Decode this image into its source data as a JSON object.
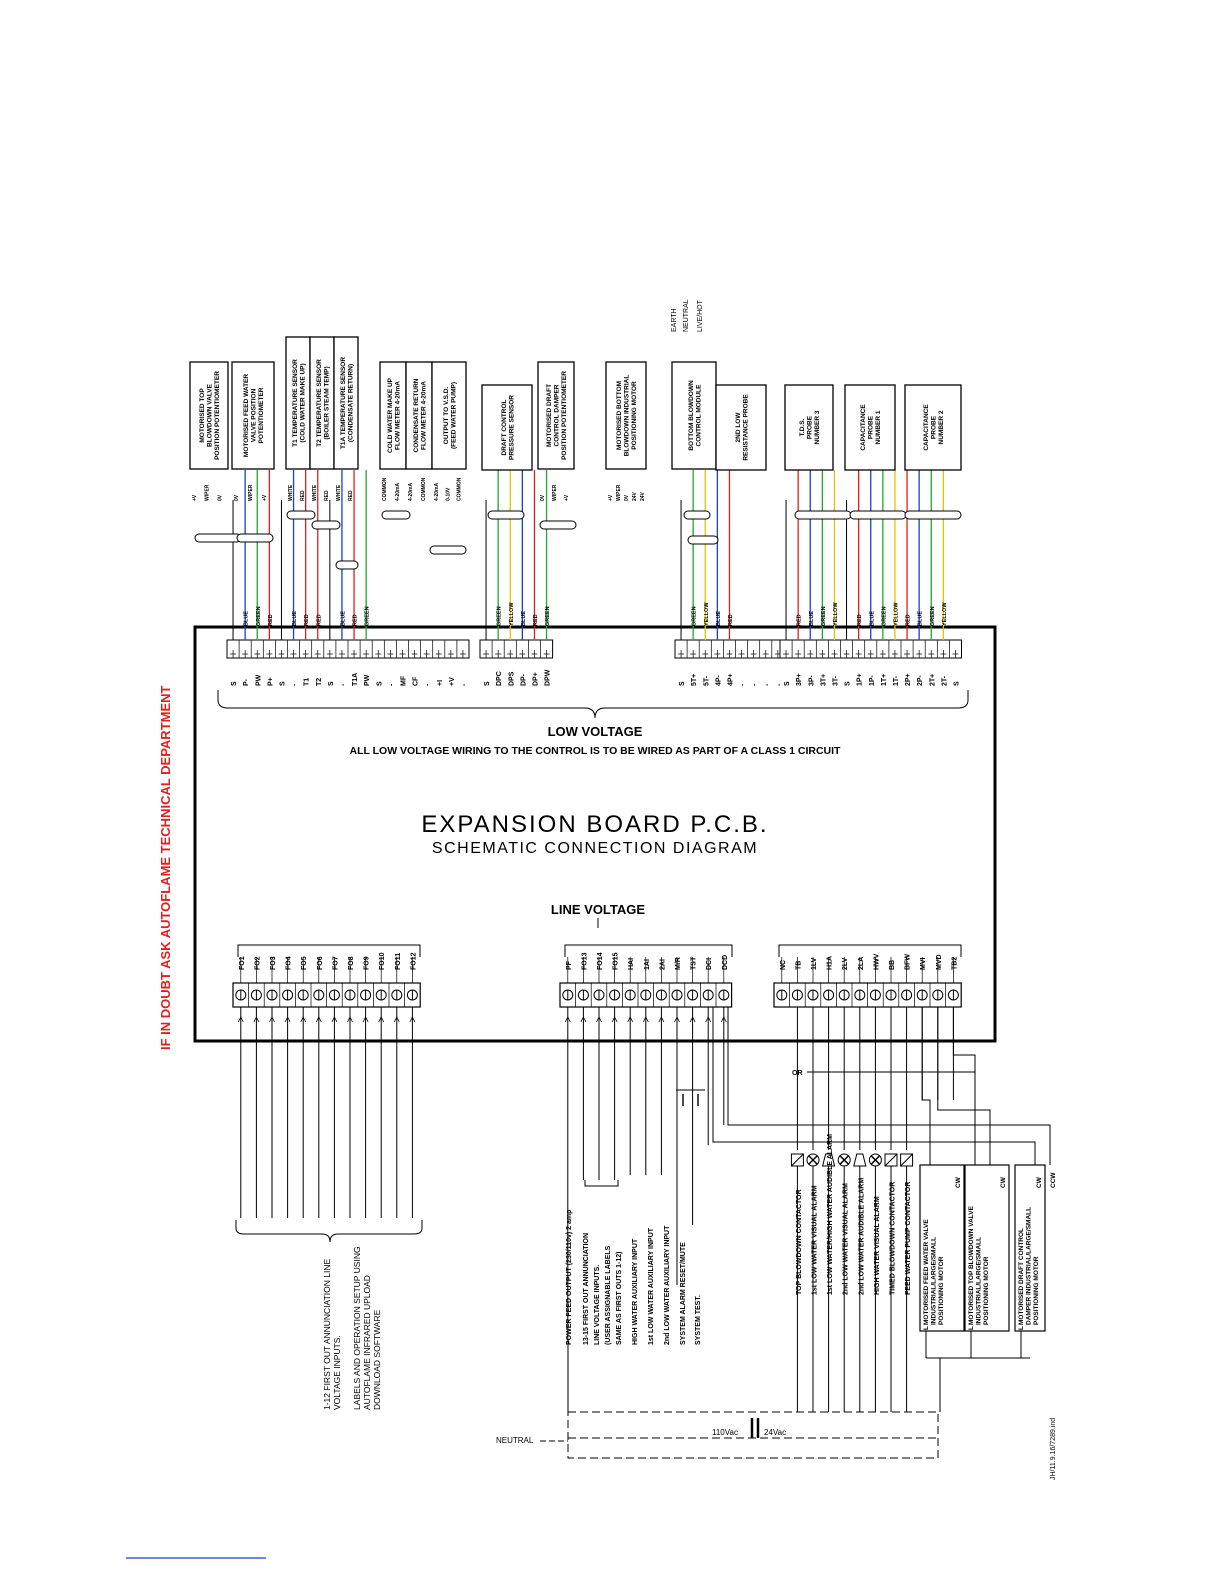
{
  "side_note": "IF IN DOUBT ASK AUTOFLAME TECHNICAL DEPARTMENT",
  "board": {
    "title": "EXPANSION BOARD P.C.B.",
    "subtitle": "SCHEMATIC CONNECTION DIAGRAM"
  },
  "low_voltage": {
    "heading": "LOW VOLTAGE",
    "note": "ALL LOW VOLTAGE WIRING TO THE CONTROL IS TO BE WIRED AS PART OF A CLASS 1 CIRCUIT"
  },
  "line_voltage": {
    "heading": "LINE VOLTAGE"
  },
  "mains": [
    "EARTH",
    "NEUTRAL",
    "LIVE/HOT"
  ],
  "lv_blocks": [
    {
      "terminals": [
        "S",
        "P-",
        "PW",
        "P+",
        "S",
        "-",
        "T1",
        "T2",
        "S",
        "-",
        "T1A",
        "PW",
        "S",
        "-",
        "MF",
        "CF",
        "-",
        "+I",
        "+V",
        "-"
      ]
    },
    {
      "terminals": [
        "S",
        "DPC",
        "DPS",
        "DP-",
        "DP+",
        "DPW"
      ]
    },
    {
      "terminals": [
        "S",
        "5T+",
        "5T-",
        "4P-",
        "4P+",
        "-",
        "-",
        "-",
        "-"
      ]
    },
    {
      "terminals": [
        "S",
        "3P+",
        "3P-",
        "3T+",
        "3T-",
        "S",
        "1P+",
        "1P-",
        "1T+",
        "1T-",
        "2P+",
        "2P-",
        "2T+",
        "2T-",
        "S"
      ]
    }
  ],
  "lv_wire_labels": [
    {
      "block": 0,
      "labels": [
        "",
        "BLUE",
        "GREEN",
        "RED",
        "",
        "BLUE",
        "RED",
        "RED",
        "",
        "BLUE",
        "RED",
        "GREEN"
      ]
    },
    {
      "block": 1,
      "labels": [
        "",
        "GREEN",
        "YELLOW",
        "BLUE",
        "RED",
        "GREEN"
      ]
    },
    {
      "block": 2,
      "labels": [
        "",
        "GREEN",
        "YELLOW",
        "BLUE",
        "RED"
      ]
    },
    {
      "block": 3,
      "labels": [
        "",
        "RED",
        "BLUE",
        "GREEN",
        "YELLOW",
        "",
        "RED",
        "BLUE",
        "GREEN",
        "YELLOW",
        "RED",
        "BLUE",
        "GREEN",
        "YELLOW"
      ]
    }
  ],
  "devices": [
    {
      "lines": [
        "MOTORISED TOP",
        "BLOWDOWN VALVE",
        "POSITION POTENTIOMETER"
      ],
      "pins": [
        "+V",
        "WIPER",
        "0V"
      ]
    },
    {
      "lines": [
        "MOTORISED FEED WATER",
        "VALVE POSITION",
        "POTENTIOMETER"
      ],
      "pins": [
        "0V",
        "WIPER",
        "+V"
      ]
    },
    {
      "lines": [
        "T1 TEMPERATURE SENSOR",
        "(COLD WATER MAKE UP)"
      ],
      "pins": [
        "WHITE",
        "RED"
      ]
    },
    {
      "lines": [
        "T2 TEMPERATURE SENSOR",
        "(BOILER STEAM TEMP)"
      ],
      "pins": [
        "WHITE",
        "RED"
      ]
    },
    {
      "lines": [
        "T1A TEMPERATURE SENSOR",
        "(CONDENSATE RETURN)"
      ],
      "pins": [
        "WHITE",
        "RED"
      ]
    },
    {
      "lines": [
        "COLD WATER MAKE UP",
        "FLOW METER 4-20mA"
      ],
      "pins": [
        "COMMON",
        "4-20mA"
      ]
    },
    {
      "lines": [
        "CONDENSATE RETURN",
        "FLOW METER 4-20mA"
      ],
      "pins": [
        "4-20mA",
        "COMMON"
      ]
    },
    {
      "lines": [
        "OUTPUT TO V.S.D.",
        "(FEED WATER PUMP)"
      ],
      "pins": [
        "4-20mA",
        "0-10V",
        "COMMON"
      ]
    },
    {
      "lines": [
        "DRAFT CONTROL",
        "PRESSURE SENSOR"
      ],
      "pins": []
    },
    {
      "lines": [
        "MOTORISED DRAFT",
        "CONTROL DAMPER",
        "POSITION POTENTIOMETER"
      ],
      "pins": [
        "0V",
        "WIPER",
        "+V"
      ]
    },
    {
      "lines": [
        "MOTORISED BOTTOM",
        "BLOWDOWN INDUSTRIAL",
        "POSITIONING MOTOR"
      ],
      "pins": [
        "+V",
        "WIPER",
        "0V",
        "24V",
        "24V"
      ]
    },
    {
      "lines": [
        "BOTTOM BLOWDOWN",
        "CONTROL MODULE"
      ],
      "pins": []
    },
    {
      "lines": [
        "2ND LOW",
        "RESISTANCE PROBE"
      ],
      "pins": []
    },
    {
      "lines": [
        "T.D.S.",
        "PROBE",
        "NUMBER 3"
      ],
      "pins": []
    },
    {
      "lines": [
        "CAPACITANCE",
        "PROBE",
        "NUMBER 1"
      ],
      "pins": []
    },
    {
      "lines": [
        "CAPACITANCE",
        "PROBE",
        "NUMBER 2"
      ],
      "pins": []
    }
  ],
  "hv_blocks": [
    {
      "terminals": [
        "FO1",
        "FO2",
        "FO3",
        "FO4",
        "FO5",
        "FO6",
        "FO7",
        "FO8",
        "FO9",
        "FO10",
        "FO11",
        "FO12"
      ]
    },
    {
      "terminals": [
        "PF",
        "FO13",
        "FO14",
        "FO15",
        "HAI",
        "1AI",
        "2AI",
        "M/R",
        "TST",
        "DCI",
        "DCD"
      ]
    },
    {
      "terminals": [
        "NC",
        "TB",
        "1LV",
        "H1A",
        "2LV",
        "2LA",
        "HWV",
        "BB",
        "BFW",
        "MVI",
        "MVD",
        "TB2"
      ]
    }
  ],
  "fo_notes": [
    "1-12 FIRST OUT ANNUNCIATION LINE",
    "VOLTAGE INPUTS.",
    "LABELS AND OPERATION SETUP USING",
    "AUTOFLAME INFRARED UPLOAD",
    "DOWNLOAD SOFTWARE",
    ""
  ],
  "mid_notes": [
    "POWER FEED OUTPUT (230/110v) 2 amp",
    "13-15 FIRST OUT ANNUNCIATION",
    "LINE VOLTAGE INPUTS.",
    "(USER ASSIGNABLE LABELS",
    "SAME AS FIRST OUTS 1-12)",
    "HIGH WATER AUXILIARY INPUT",
    "1st LOW WATER AUXILIARY INPUT",
    "2nd LOW WATER AUXILIARY INPUT",
    "SYSTEM ALARM RESET/MUTE",
    "SYSTEM TEST."
  ],
  "right_notes": [
    "TOP BLOWDOWN CONTACTOR",
    "1st LOW WATER VISUAL ALARM",
    "1st LOW WATER/HIGH WATER AUDIBLE ALARM",
    "2nd LOW WATER VISUAL ALARM",
    "2nd LOW WATER AUDIBLE ALARM",
    "HIGH WATER VISUAL ALARM",
    "TIMED BLOWDOWN CONTACTOR",
    "FEED WATER PUMP CONTACTOR"
  ],
  "motors": [
    {
      "lines": [
        "MOTORISED FEED WATER VALVE",
        "INDUSTRIAL/LARGE/SMALL",
        "POSITIONING MOTOR"
      ],
      "cw": "CW",
      "ccw": "CCW",
      "l": "L"
    },
    {
      "lines": [
        "MOTORISED TOP BLOWDOWN VALVE",
        "INDUSTRIAL/LARGE/SMALL",
        "POSITIONING MOTOR"
      ],
      "cw": "CW",
      "ccw": "CCW",
      "l": "L"
    },
    {
      "lines": [
        "MOTORISED DRAFT CONTROL",
        "DAMPER INDUSTRIAL/LARGE/SMALL",
        "POSITIONING MOTOR"
      ],
      "cw": "CW",
      "ccw": "CCW",
      "l": "L"
    }
  ],
  "or_label": "OR",
  "supply": {
    "neutral": "NEUTRAL",
    "v110": "110Vac",
    "v24": "24Vac"
  },
  "drawing_ref": "JH/11.9.16/7289.ind",
  "colors": {
    "red": "#e02020",
    "blue": "#1a3fd6",
    "green": "#1faa2a",
    "yellow": "#e8c200",
    "black": "#000000"
  }
}
